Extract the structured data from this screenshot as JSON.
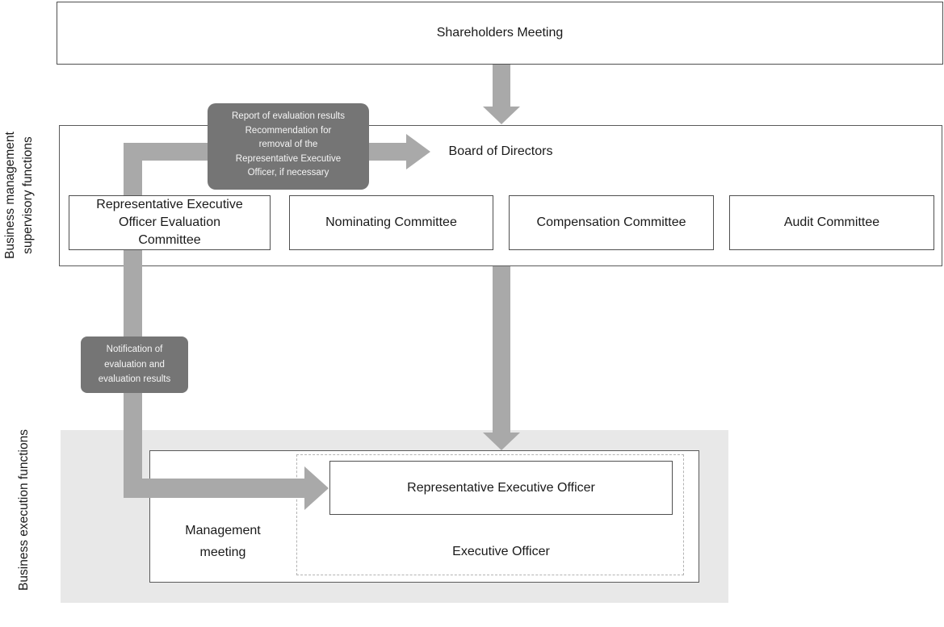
{
  "colors": {
    "arrow": "#a9a9a9",
    "callout_bg": "#757575",
    "callout_text": "#f5f5f5",
    "section_bg": "#e8e8e8",
    "box_border": "#4f4f4f",
    "frame_border": "#5a5a5a",
    "dashed_border": "#b3b3b3",
    "text": "#1a1a1a"
  },
  "sections": {
    "supervisory": {
      "label_lines": [
        "Business management",
        "supervisory functions"
      ]
    },
    "execution": {
      "label": "Business execution functions"
    }
  },
  "nodes": {
    "shareholders": {
      "label": "Shareholders Meeting"
    },
    "board": {
      "label": "Board of Directors"
    },
    "committees": [
      {
        "label": "Representative Executive Officer Evaluation Committee"
      },
      {
        "label": "Nominating Committee"
      },
      {
        "label": "Compensation Committee"
      },
      {
        "label": "Audit Committee"
      }
    ],
    "management_meeting": {
      "label_lines": [
        "Management",
        "meeting"
      ]
    },
    "representative_executive_officer": {
      "label": "Representative Executive Officer"
    },
    "executive_officer": {
      "label": "Executive Officer"
    }
  },
  "callouts": {
    "report": {
      "lines": [
        "Report of evaluation results",
        "Recommendation for",
        "removal of the",
        "Representative Executive",
        "Officer, if necessary"
      ]
    },
    "notification": {
      "lines": [
        "Notification of",
        "evaluation and",
        "evaluation results"
      ]
    }
  }
}
